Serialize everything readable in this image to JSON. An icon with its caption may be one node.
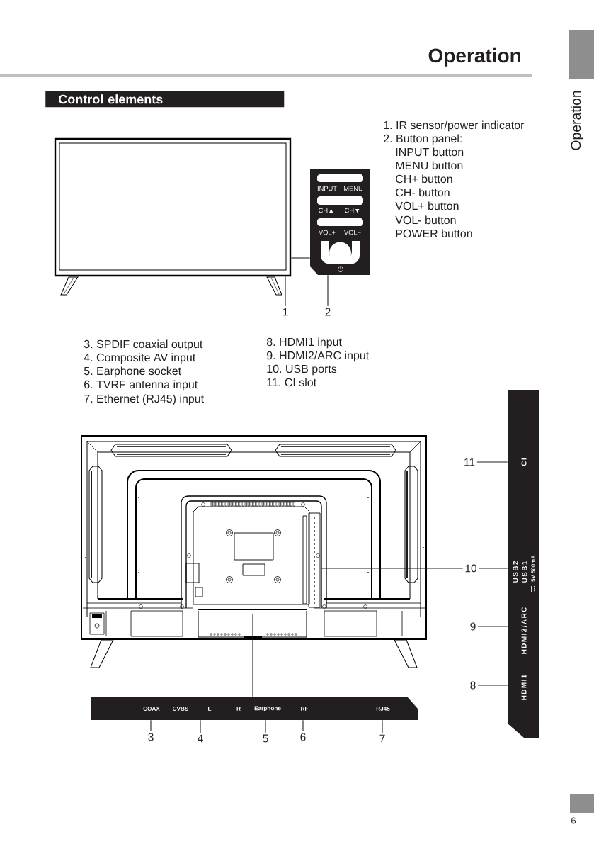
{
  "diagram": {
    "title": "Operation",
    "nodes": [
      {
        "text": [
          "Control elements"
        ]
      },
      {
        "text": [],
        "shape": "picture"
      },
      {
        "text": [
          "INPUT",
          "MENU",
          "CH▲",
          "CH▼",
          "VOL+",
          "VOL−"
        ]
      },
      {
        "text": [
          "1"
        ]
      },
      {
        "text": [
          "2"
        ]
      },
      {
        "text": [],
        "shape": "picture"
      },
      {
        "text": [
          "CI",
          "USB2",
          "USB1",
          "5V 500mA",
          "HDMI2/ARC",
          "HDMI1"
        ]
      },
      {
        "text": [
          "11"
        ]
      },
      {
        "text": [
          "10"
        ]
      },
      {
        "text": [
          "9"
        ]
      },
      {
        "text": [
          "8"
        ]
      },
      {
        "text": [
          "COAX",
          "CVBS",
          "L",
          "R",
          "Earphone",
          "RF",
          "RJ45"
        ]
      },
      {
        "text": [
          "3"
        ]
      },
      {
        "text": [
          "4"
        ]
      },
      {
        "text": [
          "5"
        ]
      },
      {
        "text": [
          "6"
        ]
      },
      {
        "text": [
          "7"
        ]
      }
    ],
    "edges": [
      {
        "from": 1,
        "to": 2,
        "arrow": "none"
      },
      {
        "from": 3,
        "to": 1,
        "arrow": "none"
      },
      {
        "from": 4,
        "to": 2,
        "arrow": "none"
      },
      {
        "from": 5,
        "to": 11,
        "arrow": "none"
      },
      {
        "from": 5,
        "to": 8,
        "arrow": "none"
      },
      {
        "from": 8,
        "to": 6,
        "arrow": "none"
      },
      {
        "from": 7,
        "to": 6,
        "arrow": "none"
      },
      {
        "from": 9,
        "to": 6,
        "arrow": "none"
      },
      {
        "from": 10,
        "to": 6,
        "arrow": "none"
      },
      {
        "from": 12,
        "to": 11,
        "arrow": "none"
      },
      {
        "from": 13,
        "to": 11,
        "arrow": "none"
      },
      {
        "from": 14,
        "to": 11,
        "arrow": "none"
      },
      {
        "from": 15,
        "to": 11,
        "arrow": "none"
      },
      {
        "from": 16,
        "to": 11,
        "arrow": "none"
      }
    ],
    "labels": [
      "Operation",
      "1. IR sensor/power indicator",
      "2. Button panel:",
      "INPUT button",
      "MENU button",
      "CH+ button",
      "CH- button",
      "VOL+ button",
      "VOL- button",
      "POWER button",
      "3. SPDIF coaxial output",
      "4. Composite AV input",
      "5. Earphone socket",
      "6. TVRF antenna input",
      "7. Ethernet (RJ45) input",
      "8. HDMI1 input",
      "9. HDMI2/ARC input",
      "10. USB ports",
      "11. CI slot",
      "6"
    ]
  }
}
